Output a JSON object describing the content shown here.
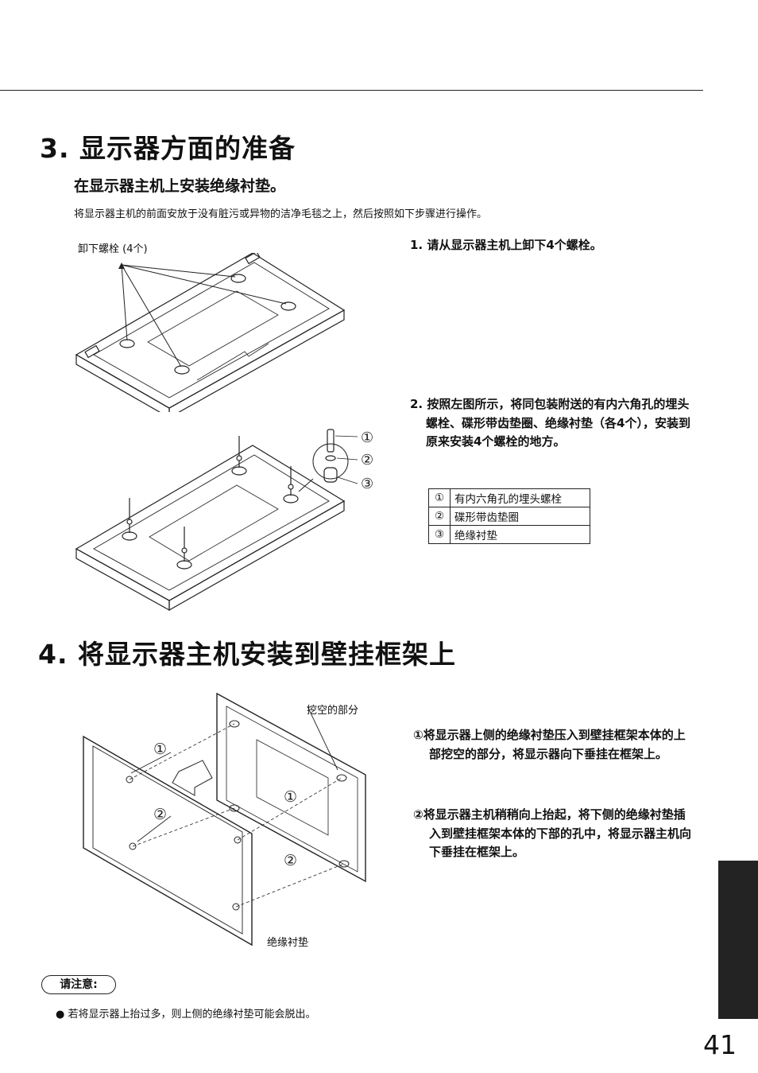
{
  "section3": {
    "title": "3. 显示器方面的准备",
    "subtitle": "在显示器主机上安装绝缘衬垫。",
    "intro": "将显示器主机的前面安放于没有脏污或异物的洁净毛毯之上，然后按照如下步骤进行操作。",
    "fig1_label": "卸下螺栓 (4个)",
    "step1": "1. 请从显示器主机上卸下4个螺栓。",
    "step2": "2. 按照左图所示，将同包装附送的有内六角孔的埋头螺栓、碟形带齿垫圈、绝缘衬垫（各4个），安装到原来安装4个螺栓的地方。",
    "parts": [
      {
        "num": "①",
        "name": "有内六角孔的埋头螺栓"
      },
      {
        "num": "②",
        "name": "碟形带齿垫圈"
      },
      {
        "num": "③",
        "name": "绝缘衬垫"
      }
    ]
  },
  "section4": {
    "title": "4. 将显示器主机安装到壁挂框架上",
    "label_hollow": "挖空的部分",
    "label_spacer": "绝缘衬垫",
    "mark1": "①",
    "mark2": "②",
    "step1": "①将显示器上侧的绝缘衬垫压入到壁挂框架本体的上部挖空的部分，将显示器向下垂挂在框架上。",
    "step2": "②将显示器主机稍稍向上抬起，将下侧的绝缘衬垫插入到壁挂框架本体的下部的孔中，将显示器主机向下垂挂在框架上。"
  },
  "note": {
    "badge": "请注意:",
    "text": "● 若将显示器上抬过多，则上侧的绝缘衬垫可能会脱出。"
  },
  "page_number": "41"
}
